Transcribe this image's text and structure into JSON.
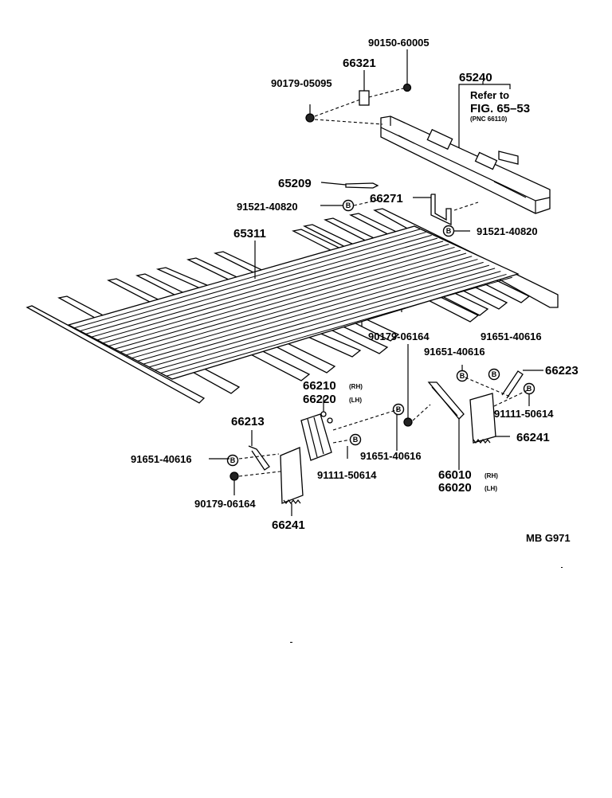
{
  "diagram": {
    "figure_code": "MB G971",
    "bolt_marker": "B",
    "callouts": {
      "p90150_60005": "90150-60005",
      "p66321": "66321",
      "p90179_05095": "90179-05095",
      "p65240": "65240",
      "refer_line1": "Refer to",
      "refer_line2": "FIG. 65–53",
      "refer_line3": "(PNC 66110)",
      "p65209": "65209",
      "p91521_40820_left": "91521-40820",
      "p66271": "66271",
      "p91521_40820_right": "91521-40820",
      "p65311": "65311",
      "p90179_06164_center": "90179-06164",
      "p91651_40616_right_top": "91651-40616",
      "p91651_40616_center": "91651-40616",
      "p66223": "66223",
      "p66210": "66210",
      "p66210_side": "(RH)",
      "p66220": "66220",
      "p66220_side": "(LH)",
      "p91111_50614_right": "91111-50614",
      "p66213": "66213",
      "p66241_right": "66241",
      "p91651_40616_left": "91651-40616",
      "p91651_40616_mid": "91651-40616",
      "p91111_50614_mid": "91111-50614",
      "p66010": "66010",
      "p66010_side": "(RH)",
      "p66020": "66020",
      "p66020_side": "(LH)",
      "p90179_06164_left": "90179-06164",
      "p66241_left": "66241"
    }
  }
}
